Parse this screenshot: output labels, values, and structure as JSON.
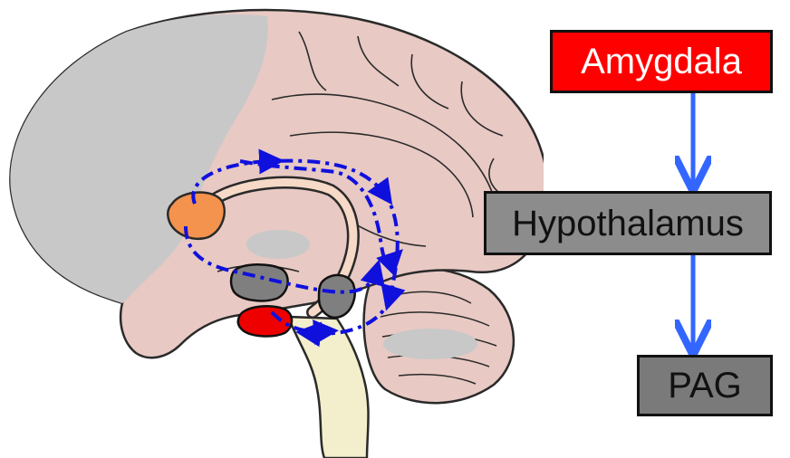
{
  "flowchart": {
    "nodes": [
      {
        "id": "amygdala",
        "label": "Amygdala",
        "fill": "#ff0000",
        "text_color": "#ffffff"
      },
      {
        "id": "hypothalamus",
        "label": "Hypothalamus",
        "fill": "#8c8c8c",
        "text_color": "#111111"
      },
      {
        "id": "pag",
        "label": "PAG",
        "fill": "#7a7a7a",
        "text_color": "#111111"
      }
    ],
    "edges": [
      {
        "from": "amygdala",
        "to": "hypothalamus"
      },
      {
        "from": "hypothalamus",
        "to": "pag"
      }
    ],
    "arrow_color": "#3366ff"
  },
  "brain": {
    "colors": {
      "cortex": "#e8c9c3",
      "cortex_outline": "#2a2a2a",
      "shaded_region": "#c8c8c8",
      "brainstem": "#f3eecb",
      "tract": "#f6d9c6",
      "orange_nucleus": "#f4934e",
      "red_nucleus": "#ee0000",
      "gray_nucleus": "#7f7f7f",
      "circuit": "#1010dd"
    }
  }
}
